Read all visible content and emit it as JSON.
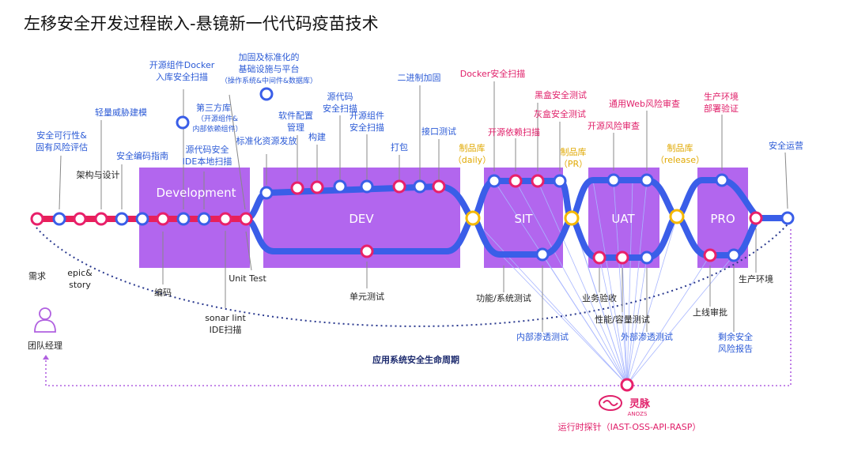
{
  "title": "左移安全开发过程嵌入-悬镜新一代代码疫苗技术",
  "colors": {
    "stage_bg": "#b266ee",
    "track": "#3a5ee8",
    "red_line": "#e8205a",
    "node_red": "#e8206a",
    "node_blue": "#3a5ee8",
    "node_yellow": "#f5b800",
    "label_pink": "#e0206a",
    "label_blue": "#2b5ad6",
    "label_yellow": "#e0a800",
    "text_dark": "#222222",
    "dotted": "#2b3a8f",
    "dotted_purple": "#b060e0",
    "thin": "#9fb0ff"
  },
  "stages": {
    "development": "Development",
    "dev": "DEV",
    "sit": "SIT",
    "uat": "UAT",
    "pro": "PRO"
  },
  "top_labels": {
    "feasibility": [
      "安全可行性&",
      "固有风险评估"
    ],
    "threat_model": "轻量威胁建模",
    "coding_guide": "安全编码指南",
    "arch_design": "架构与设计",
    "docker_scan": [
      "开源组件Docker",
      "入库安全扫描"
    ],
    "third_party": [
      "第三方库",
      "（开源组件&",
      "内部依赖组件）"
    ],
    "src_ide_scan": [
      "源代码安全",
      "IDE本地扫描"
    ],
    "hardening": [
      "加固及标准化的",
      "基础设施与平台",
      "（操作系统&中间件&数据库）"
    ],
    "std_release": "标准化资源发放",
    "sw_config": [
      "软件配置",
      "管理"
    ],
    "build": "构建",
    "src_scan": [
      "源代码",
      "安全扫描"
    ],
    "oss_scan": [
      "开源组件",
      "安全扫描"
    ],
    "package": "打包",
    "binary_hardening": "二进制加固",
    "api_test": "接口测试",
    "repo_daily": [
      "制品库",
      "（daily）"
    ],
    "docker_sec": "Docker安全扫描",
    "oss_dep_scan": "开源依赖扫描",
    "black_box": "黑盒安全测试",
    "gray_box": "灰盒安全测试",
    "repo_pr": [
      "制品库",
      "（PR）"
    ],
    "web_risk": "通用Web风险审查",
    "oss_risk": "开源风险审查",
    "repo_release": [
      "制品库",
      "（release）"
    ],
    "prod_verify": [
      "生产环境",
      "部署验证"
    ],
    "sec_ops": "安全运营"
  },
  "bottom_labels": {
    "requirement": "需求",
    "epic_story": [
      "epic&",
      "story"
    ],
    "coding": "编码",
    "sonar": [
      "sonar lint",
      "IDE扫描"
    ],
    "unit_test_en": "Unit Test",
    "unit_test_cn": "单元测试",
    "func_test": "功能/系统测试",
    "internal_pentest": "内部渗透测试",
    "biz_accept": "业务验收",
    "perf_test": "性能/容量测试",
    "external_pentest": "外部渗透测试",
    "go_live": "上线审批",
    "prod_env": "生产环境",
    "residual": [
      "剩余安全",
      "风险报告"
    ],
    "team_manager": "团队经理",
    "lifecycle": "应用系统安全生命周期",
    "runtime_probe": "运行时探针（IAST-OSS-API-RASP）",
    "logo_text": "灵脉"
  }
}
